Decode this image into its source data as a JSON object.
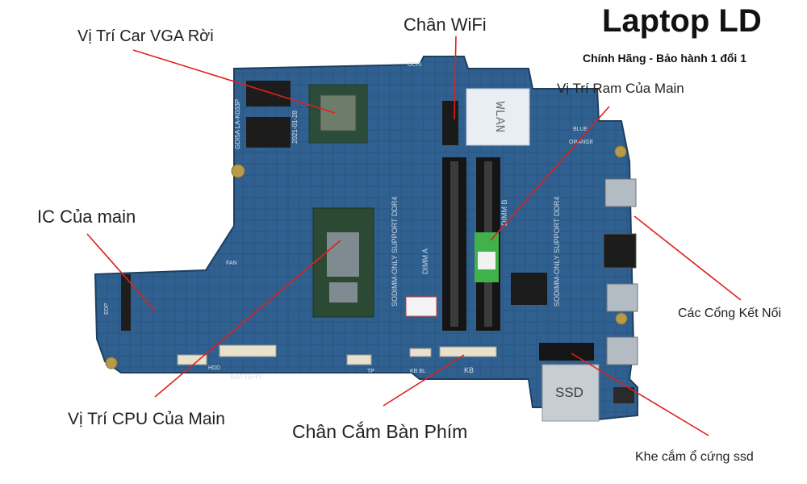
{
  "brand": {
    "name": "Laptop LD",
    "tagline": "Chính Hãng - Bảo hành 1 đổi 1"
  },
  "board_silkscreen": {
    "wlan": "WLAN",
    "ssd": "SSD",
    "dimm_a": "DIMM A",
    "dimm_b": "DIMM B",
    "battery": "BATTERY",
    "kb": "KB",
    "kb_bl": "KB BL",
    "hdd": "HDD",
    "fan": "FAN",
    "edp": "EDP",
    "tp": "TP",
    "dcin": "DCIN",
    "so_dimm_a": "SODIMM-ONLY SUPPORT DDR4",
    "so_dimm_b": "SODIMM-ONLY SUPPORT DDR4",
    "board_id": "GDI5A LA-K033P",
    "date": "2021-01-28",
    "blue": "BLUE",
    "orange": "ORANGE"
  },
  "callouts": {
    "vga": "Vị Trí Car VGA Rời",
    "wifi": "Chân WiFi",
    "ram": "Vị Trí Ram Của Main",
    "ic": "IC Của main",
    "ports": "Các Cổng Kết Nối",
    "cpu": "Vị Trí CPU Của Main",
    "keyboard": "Chân Cắm Bàn Phím",
    "ssd_slot": "Khe cắm ổ cứng ssd"
  },
  "colors": {
    "board": "#2f5f8f",
    "board_dark": "#23496f",
    "leader": "#e0201c",
    "label_text": "#222222"
  }
}
